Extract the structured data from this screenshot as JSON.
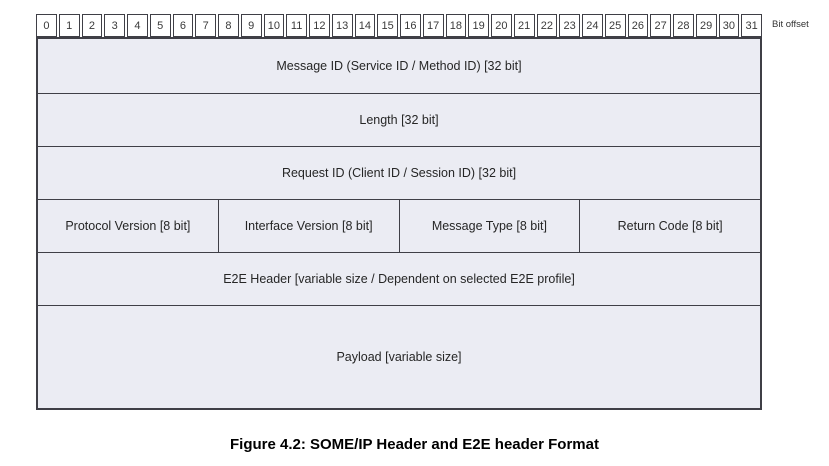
{
  "bit_header": {
    "offsets": [
      "0",
      "1",
      "2",
      "3",
      "4",
      "5",
      "6",
      "7",
      "8",
      "9",
      "10",
      "11",
      "12",
      "13",
      "14",
      "15",
      "16",
      "17",
      "18",
      "19",
      "20",
      "21",
      "22",
      "23",
      "24",
      "25",
      "26",
      "27",
      "28",
      "29",
      "30",
      "31"
    ],
    "axis_label": "Bit offset"
  },
  "table": {
    "rows": [
      {
        "label": "Message ID (Service ID / Method ID) [32 bit]"
      },
      {
        "label": "Length [32 bit]"
      },
      {
        "label": "Request ID (Client ID / Session ID) [32 bit]"
      },
      {
        "cells": [
          "Protocol Version [8 bit]",
          "Interface Version [8 bit]",
          "Message Type [8 bit]",
          "Return Code [8 bit]"
        ]
      },
      {
        "label": "E2E Header [variable size / Dependent on selected E2E profile]"
      },
      {
        "label": "Payload [variable size]"
      }
    ]
  },
  "caption": "Figure 4.2: SOME/IP Header and E2E header Format",
  "colors": {
    "border": "#3f3f46",
    "cell_fill": "#ebecf3",
    "header_fill": "#ffffff",
    "text": "#262626"
  }
}
